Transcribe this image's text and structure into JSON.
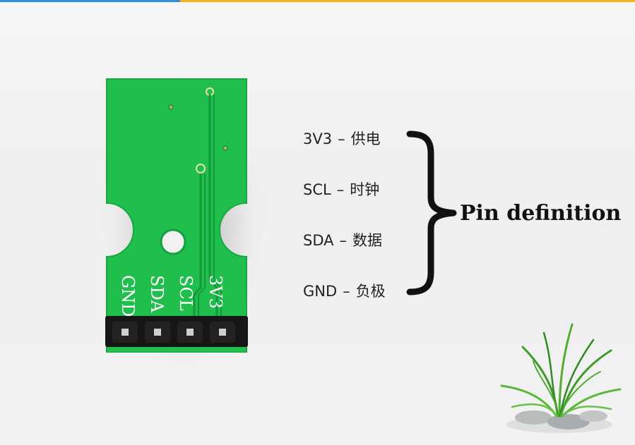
{
  "board": {
    "silkscreen": [
      "GND",
      "SDA",
      "SCL",
      "3V3"
    ]
  },
  "pins": [
    {
      "name": "3V3",
      "desc": "供电"
    },
    {
      "name": "SCL",
      "desc": "时钟"
    },
    {
      "name": "SDA",
      "desc": "数据"
    },
    {
      "name": "GND",
      "desc": "负极"
    }
  ],
  "dash": "–",
  "title": "Pin definition",
  "colors": {
    "pcb_green": "#1fbe4d",
    "header_black": "#161616",
    "top_bar_blue": "#2f8fe0",
    "top_bar_yellow": "#f2b21b"
  }
}
